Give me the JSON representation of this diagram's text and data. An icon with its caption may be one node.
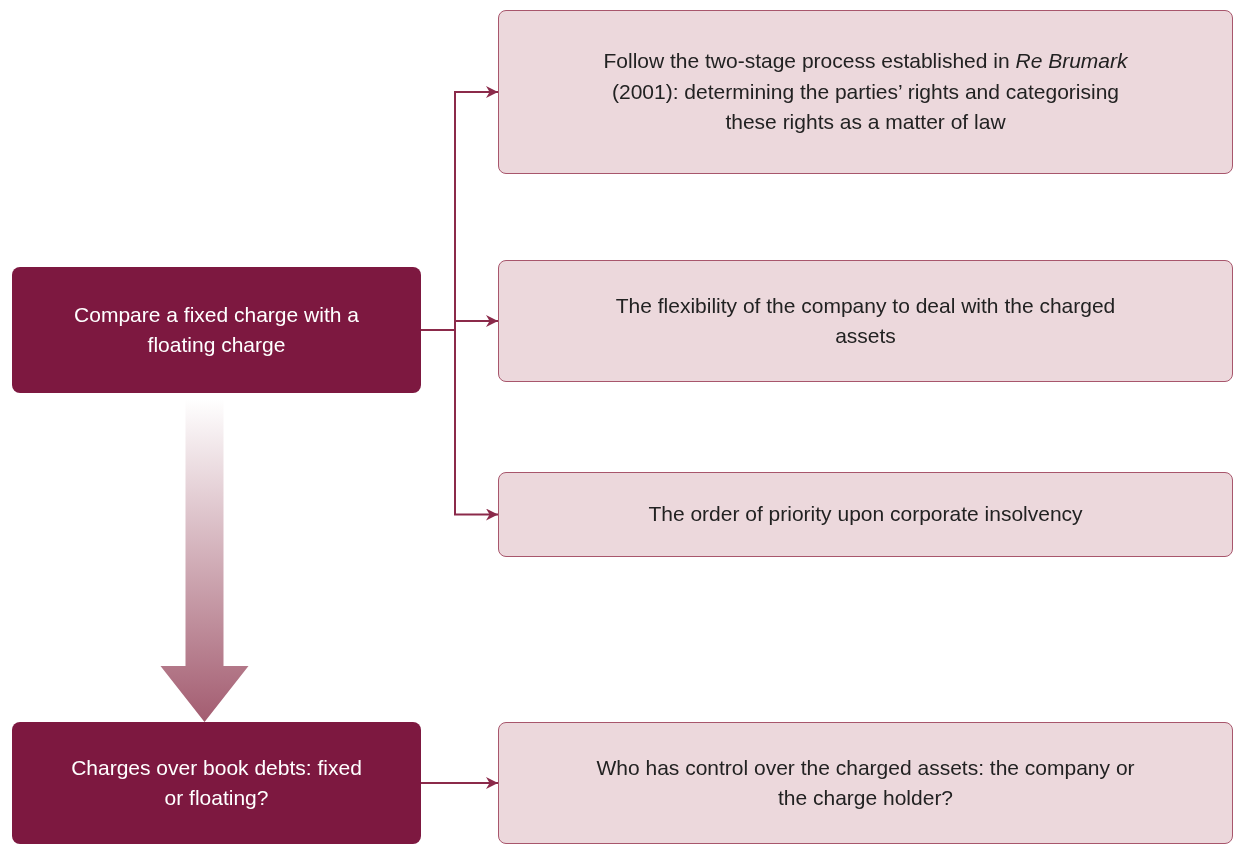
{
  "diagram": {
    "nodes": [
      {
        "text": [
          "Compare a fixed charge with a floating charge"
        ]
      },
      {
        "text": [
          "Follow the two-stage process established in *Re Brumark* (2001): determining the parties’ rights and categorising these rights as a matter of law"
        ]
      },
      {
        "text": [
          "The flexibility of the company to deal with the charged assets"
        ]
      },
      {
        "text": [
          "The order of priority upon corporate insolvency"
        ]
      },
      {
        "text": [
          "Charges over book debts: fixed or floating?"
        ]
      },
      {
        "text": [
          "Who has control over the charged assets: the company or the charge holder?"
        ]
      }
    ],
    "edges": [
      {
        "from": 0,
        "to": 1,
        "arrow": "to"
      },
      {
        "from": 0,
        "to": 2,
        "arrow": "to"
      },
      {
        "from": 0,
        "to": 3,
        "arrow": "to"
      },
      {
        "from": 0,
        "to": 4,
        "arrow": "to",
        "style": "thick",
        "color": "#a35c70"
      },
      {
        "from": 4,
        "to": 5,
        "arrow": "to"
      }
    ]
  }
}
